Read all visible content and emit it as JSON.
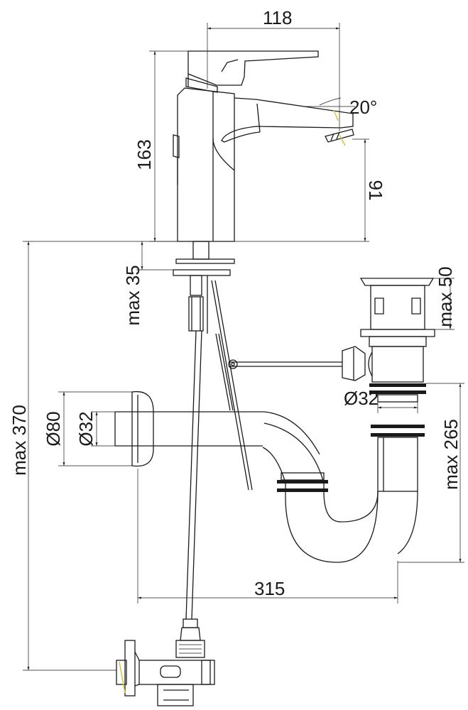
{
  "dimensions": {
    "width_top": "118",
    "height_total": "163",
    "spout_angle": "20°",
    "spout_height": "91",
    "max_rod": "max 35",
    "max_popup": "max 50",
    "dia_rosette": "Ø80",
    "dia_pipe": "Ø32",
    "dia_tailpiece": "Ø32",
    "max_height_total": "max 370",
    "max_trap": "max 265",
    "width_bottom": "315"
  },
  "colors": {
    "line": "#1a1a1a",
    "marker": "#d4c84a",
    "background": "#ffffff"
  }
}
